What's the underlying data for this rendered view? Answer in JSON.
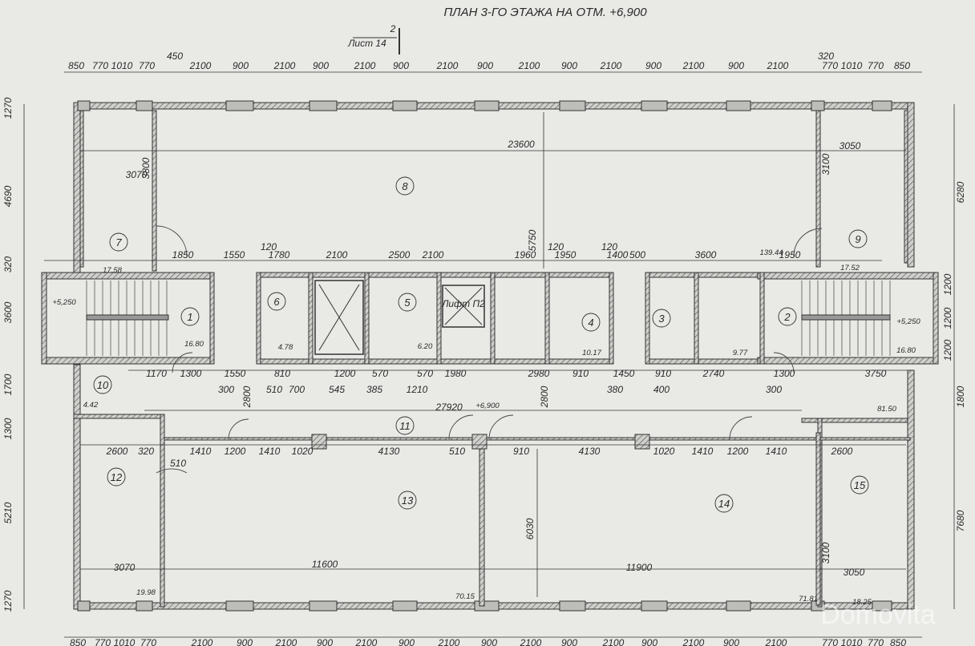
{
  "title": "ПЛАН 3-ГО ЭТАЖА НА ОТМ. +6,900",
  "section_marker": {
    "number": "2",
    "sheet": "Лист 14"
  },
  "rooms": [
    "8",
    "7",
    "9",
    "1",
    "6",
    "5",
    "4",
    "3",
    "2",
    "10",
    "11",
    "12",
    "13",
    "14",
    "15"
  ],
  "top_dims": [
    "850",
    "770",
    "1010",
    "770",
    "450",
    "2100",
    "900",
    "2100",
    "900",
    "2100",
    "900",
    "2100",
    "900",
    "2100",
    "900",
    "2100",
    "900",
    "2100",
    "900",
    "2100",
    "320",
    "770",
    "1010",
    "770",
    "850"
  ],
  "bottom_dims": [
    "850",
    "770",
    "1010",
    "770",
    "2100",
    "900",
    "2100",
    "900",
    "2100",
    "900",
    "2100",
    "900",
    "2100",
    "900",
    "2100",
    "900",
    "2100",
    "900",
    "2100",
    "770",
    "1010",
    "770",
    "850"
  ],
  "left_dims": [
    "1270",
    "4690",
    "320",
    "3600",
    "1700",
    "1300",
    "5210",
    "1270"
  ],
  "right_dims": [
    "6280",
    "1200",
    "1200",
    "1200",
    "1800",
    "7680"
  ],
  "core_top_dims": [
    "1850",
    "1550",
    "120",
    "1780",
    "2100",
    "2500",
    "2100",
    "1960",
    "120",
    "1950",
    "120",
    "1400",
    "500",
    "3600",
    "1950"
  ],
  "core_bottom_dims": [
    "1170",
    "1300",
    "1550",
    "810",
    "1200",
    "570",
    "570",
    "1980",
    "2980",
    "910",
    "1450",
    "910",
    "2740",
    "1300",
    "3750"
  ],
  "core_lower_dims": [
    "300",
    "510",
    "700",
    "545",
    "385",
    "1210",
    "380",
    "400",
    "300"
  ],
  "corridor_dims": [
    "2600",
    "320",
    "510",
    "1410",
    "1200",
    "1410",
    "1020",
    "4130",
    "510",
    "910",
    "4130",
    "1020",
    "1410",
    "1200",
    "1410",
    "2600"
  ],
  "overall_dims": [
    "23600",
    "27920",
    "11600",
    "11900",
    "5750",
    "6030",
    "3070",
    "3050",
    "3070",
    "3050",
    "3800",
    "3100",
    "3100",
    "2800",
    "2800"
  ],
  "areas": [
    "17.58",
    "16.80",
    "4.78",
    "6.20",
    "10.17",
    "9.77",
    "139.44",
    "17.52",
    "16.80",
    "4.42",
    "81.50",
    "70.15",
    "71.81",
    "18.25",
    "19.98"
  ],
  "levels": [
    "+5,250",
    "+5,250",
    "+6,900"
  ],
  "elevator_label": "Лифт П2",
  "watermark": "Domovita",
  "colors": {
    "paper": "#e9e9e6",
    "ink": "#2a2a2a",
    "wall_hatch": "#7a7a7a"
  }
}
